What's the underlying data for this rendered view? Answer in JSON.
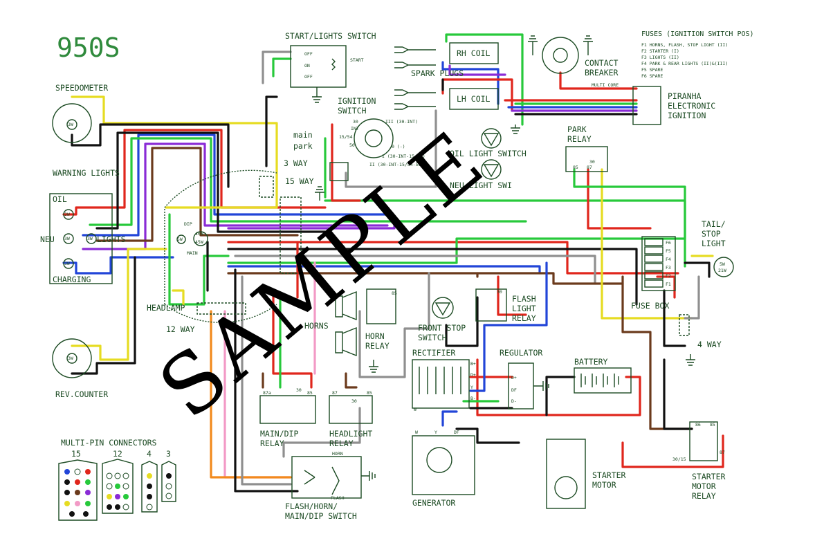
{
  "title": "950S",
  "watermark": "SAMPLE",
  "components": {
    "start_lights_switch": "START/LIGHTS SWITCH",
    "start_lights_positions": [
      "OFF",
      "ON",
      "OFF",
      "START"
    ],
    "spark_plugs": "SPARK PLUGS",
    "rh_coil": "RH COIL",
    "lh_coil": "LH COIL",
    "contact_breaker": "CONTACT BREAKER",
    "multi_core": "MULTI CORE",
    "piranha_ignition": "PIRANHA ELECTRONIC IGNITION",
    "ignition_switch": "IGNITION SWITCH",
    "ignition_main": "main",
    "ignition_park": "park",
    "ignition_terminals": [
      "30",
      "INT",
      "15/54",
      "50",
      "III (30-INT)",
      "0 (-)",
      "I (30-INT-15/54)",
      "II (30-INT-15/54-50)"
    ],
    "oil_light_switch": "OIL LIGHT SWITCH",
    "neu_light_switch": "NEU LIGHT SWI",
    "park_relay": "PARK RELAY",
    "speedometer": "SPEEDOMETER",
    "warning_lights": "WARNING LIGHTS",
    "warn_oil": "OIL",
    "warn_neu": "NEU",
    "warn_lights": "LIGHTS",
    "warn_charging": "CHARGING",
    "bulb_3w": "3W",
    "bulb_5w": "5W",
    "bulb_40w": "40W",
    "bulb_45w": "45W",
    "bulb_21w": "21W",
    "three_way": "3 WAY",
    "fifteen_way": "15 WAY",
    "headlamp": "HEADLAMP",
    "headlamp_dip": "DIP",
    "headlamp_main": "MAIN",
    "twelve_way": "12 WAY",
    "rev_counter": "REV.COUNTER",
    "horns": "HORNS",
    "horn_relay": "HORN RELAY",
    "front_stop_switch": "FRONT STOP SWITCH",
    "flash_light_relay": "FLASH LIGHT RELAY",
    "tail_stop_light": "TAIL/ STOP LIGHT",
    "fuse_box": "FUSE BOX",
    "four_way": "4 WAY",
    "rectifier": "RECTIFIER",
    "regulator": "REGULATOR",
    "battery": "BATTERY",
    "main_dip_relay": "MAIN/DIP RELAY",
    "headlight_relay": "HEADLIGHT RELAY",
    "generator": "GENERATOR",
    "starter_motor": "STARTER MOTOR",
    "starter_motor_relay": "STARTER MOTOR RELAY",
    "flash_horn_switch": "FLASH/HORN/ MAIN/DIP SWITCH",
    "switch_horn": "HORN",
    "switch_flash": "FLASH",
    "multi_pin_connectors": "MULTI-PIN CONNECTORS",
    "connector_sizes": [
      "15",
      "12",
      "4",
      "3"
    ],
    "relay_pins": [
      "30",
      "85",
      "86",
      "87",
      "87a"
    ],
    "relay_pin_30_15": "30/15",
    "rectifier_pins": [
      "B+",
      "D+",
      "Y",
      "B-",
      "W",
      "W",
      "Y",
      "DF",
      "D-"
    ],
    "regulator_pins": [
      "D+",
      "DF",
      "D-"
    ]
  },
  "fuses": {
    "heading": "FUSES (IGNITION SWITCH POS)",
    "items": [
      "F1 HORNS, FLASH, STOP LIGHT (II)",
      "F2 STARTER (I)",
      "F3 LIGHTS (II)",
      "F4 PARK & REAR LIGHTS (II)&(III)",
      "F5 SPARE",
      "F6 SPARE"
    ],
    "box_labels": [
      "F6",
      "F5",
      "F4",
      "F3",
      "F2",
      "F1"
    ]
  },
  "colors": {
    "outline": "#1b4a22",
    "title": "#2f8a3c",
    "red": "#e0261c",
    "green": "#27c93b",
    "blue": "#2245d8",
    "yellow": "#e6dc22",
    "brown": "#6b3a1c",
    "purple": "#8a2bd6",
    "grey": "#8f8f8f",
    "pink": "#f29ac6",
    "orange": "#f28a1c",
    "black": "#111111",
    "dark_green": "#145f1f"
  }
}
